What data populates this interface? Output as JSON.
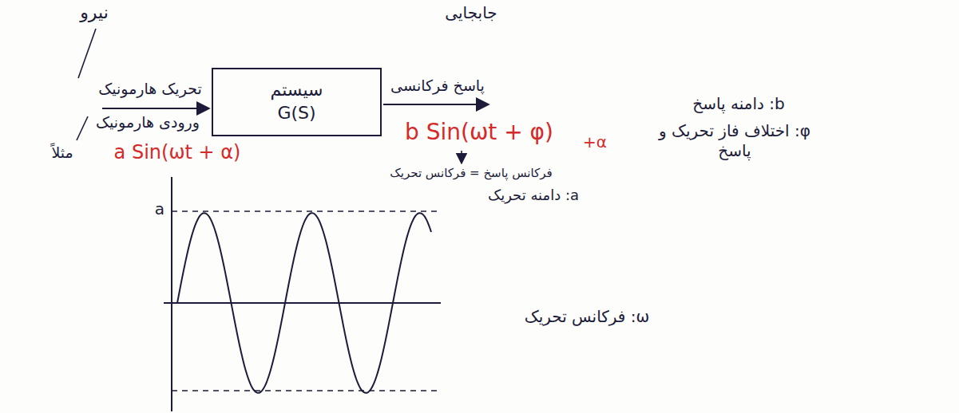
{
  "diagram": {
    "nodes": [
      {
        "text": [
          "سیستم",
          "G(S)"
        ]
      }
    ],
    "labels": [
      "نیرو",
      "جابجایی",
      "تحریک هارمونیک",
      "ورودی هارمونیک",
      "مثلاً",
      "a Sin(ωt + α)",
      "پاسخ فرکانسی",
      "b Sin(ωt + φ)",
      "+α",
      "فرکانس پاسخ = فرکانس تحریک",
      "a: دامنه تحریک",
      "b: دامنه پاسخ",
      "φ: اختلاف فاز تحریک و پاسخ",
      "ω: فرکانس تحریک",
      "a"
    ]
  }
}
